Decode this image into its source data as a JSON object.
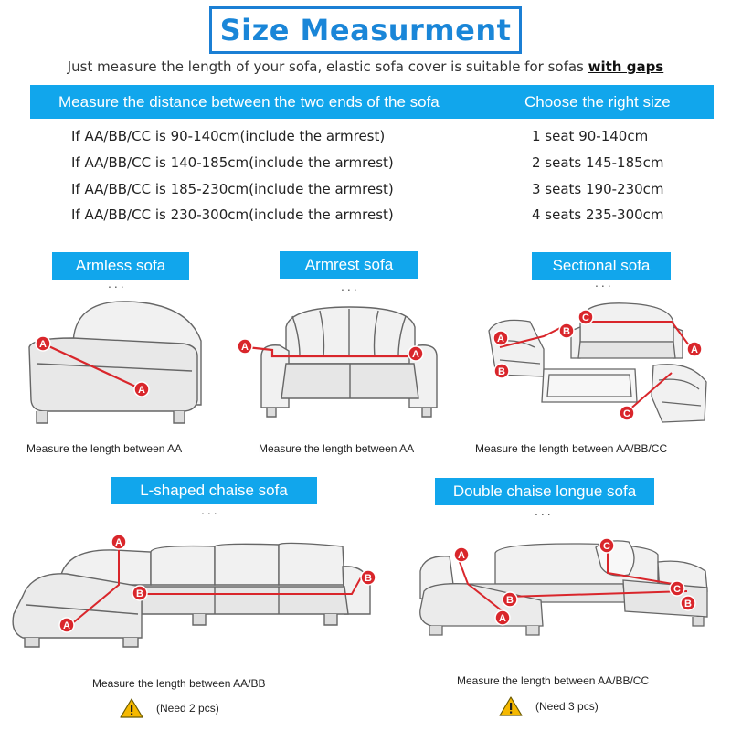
{
  "title": "Size Measurment",
  "subtitle": {
    "text": "Just measure the length of your sofa, elastic sofa cover is suitable for sofas ",
    "emphasis": "with gaps"
  },
  "table": {
    "header_left": "Measure the distance between the two ends of the sofa",
    "header_right": "Choose the right size",
    "rows": [
      {
        "range": "If AA/BB/CC is 90-140cm(include the armrest)",
        "size": "1 seat 90-140cm"
      },
      {
        "range": "If AA/BB/CC is 140-185cm(include the armrest)",
        "size": "2 seats 145-185cm"
      },
      {
        "range": "If AA/BB/CC is 185-230cm(include the armrest)",
        "size": "3 seats 190-230cm"
      },
      {
        "range": "If AA/BB/CC is 230-300cm(include the armrest)",
        "size": "4 seats 235-300cm"
      }
    ]
  },
  "sofas": [
    {
      "label": "Armless sofa",
      "caption": "Measure the length between AA",
      "markers": [
        "A",
        "A"
      ]
    },
    {
      "label": "Armrest sofa",
      "caption": "Measure the length between AA",
      "markers": [
        "A",
        "A"
      ]
    },
    {
      "label": "Sectional sofa",
      "caption": "Measure the length between AA/BB/CC",
      "markers": [
        "A",
        "A",
        "B",
        "B",
        "C",
        "C"
      ]
    },
    {
      "label": "L-shaped chaise sofa",
      "caption": "Measure the length between AA/BB",
      "note": "(Need 2 pcs)",
      "markers": [
        "A",
        "A",
        "B",
        "B"
      ]
    },
    {
      "label": "Double chaise longue sofa",
      "caption": "Measure the length between AA/BB/CC",
      "note": "(Need 3 pcs)",
      "markers": [
        "A",
        "A",
        "B",
        "B",
        "C",
        "C"
      ]
    }
  ],
  "dots": "...",
  "colors": {
    "accent": "#11a6ec",
    "title_text": "#1a86d8",
    "marker": "#d9262b",
    "line": "#d9262b",
    "warning": "#f5b800"
  },
  "icons": [
    "warning-icon"
  ]
}
